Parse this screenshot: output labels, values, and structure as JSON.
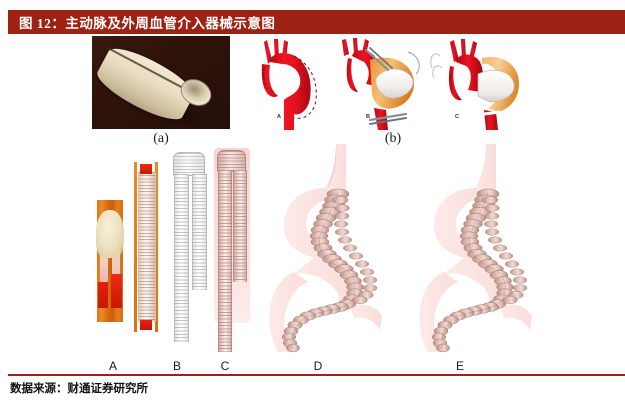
{
  "title": {
    "text": "图 12：主动脉及外周血管介入器械示意图",
    "bar_color": "#9e2213",
    "text_color": "#ffffff"
  },
  "figure": {
    "top_row": {
      "photo": {
        "name": "vascular-graft-tube-photo",
        "caption": "(a)",
        "background_color": "#2e1209",
        "object_color": "#ece0c5"
      },
      "diagram_group": {
        "caption": "(b)",
        "panels": [
          {
            "label": "A",
            "description": "aortic-arch-with-dashed-resection-line",
            "color": "#e01020"
          },
          {
            "label": "B",
            "description": "aortic-arch-graft-suturing-with-forceps",
            "color": "#e8943a"
          },
          {
            "label": "C",
            "description": "aortic-arch-graft-implanted",
            "color": "#e8943a"
          }
        ]
      }
    },
    "bottom_row": {
      "items": [
        {
          "label": "A",
          "name": "stenotic-vessel-plaque-cross-section",
          "color": "#d9721a"
        },
        {
          "label": "B",
          "name": "ribbed-peripheral-stent",
          "color": "#ecd9cd"
        },
        {
          "label": "C",
          "name": "white-bifurcated-stent-graft",
          "color": "#f2f2f4"
        },
        {
          "label": "D",
          "name": "pink-bifurcated-stent-graft",
          "color": "#e7c3bb"
        },
        {
          "label": "E",
          "name": "tortuous-iliac-stent-deployment",
          "color": "#d9b0a7"
        }
      ],
      "axis_labels": [
        "A",
        "B",
        "C",
        "D",
        "E"
      ]
    }
  },
  "footer": {
    "source_text": "数据来源：财通证券研究所",
    "rule_color": "#9e2213"
  }
}
